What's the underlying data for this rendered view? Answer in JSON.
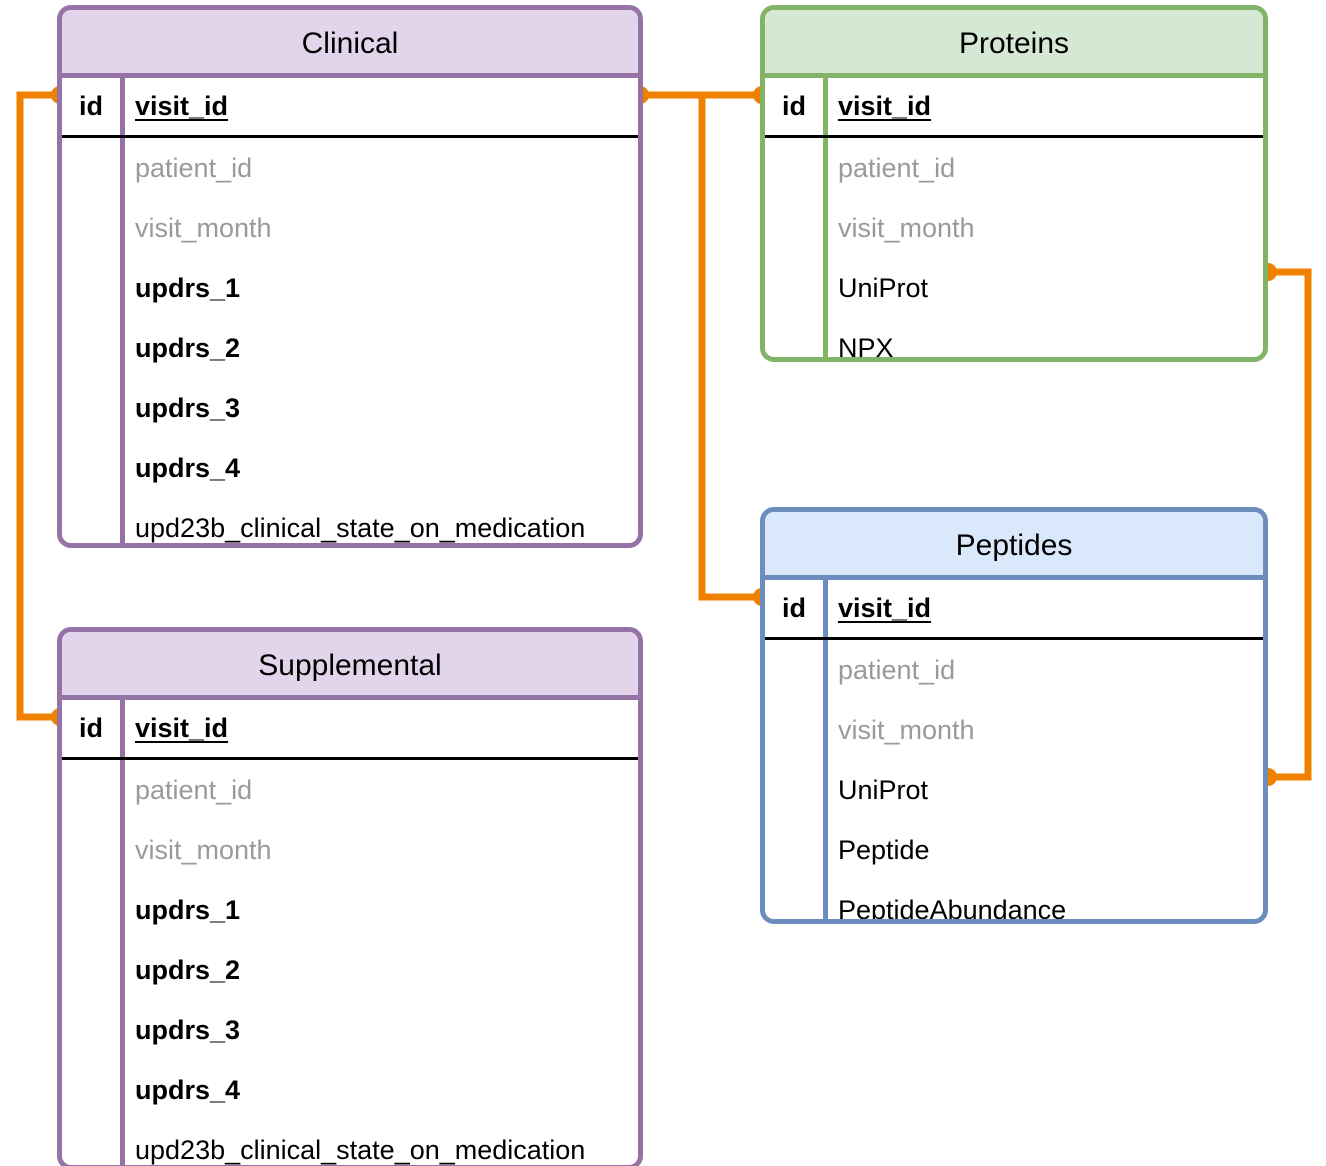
{
  "diagram": {
    "title": "Entity Relationship Diagram",
    "accent_connector_color": "#F08000",
    "background": "#FFFFFF"
  },
  "entities": [
    {
      "key": "clinical",
      "name": "Clinical",
      "theme": "purple",
      "border_color": "#9673A6",
      "header_fill": "#E2D5EB",
      "id_column_label": "id",
      "fields": [
        {
          "label": "visit_id",
          "style": "pk"
        },
        {
          "label": "patient_id",
          "style": "muted"
        },
        {
          "label": "visit_month",
          "style": "muted"
        },
        {
          "label": "updrs_1",
          "style": "strong"
        },
        {
          "label": "updrs_2",
          "style": "strong"
        },
        {
          "label": "updrs_3",
          "style": "strong"
        },
        {
          "label": "updrs_4",
          "style": "strong"
        },
        {
          "label": "upd23b_clinical_state_on_medication",
          "style": "normal"
        }
      ]
    },
    {
      "key": "supplemental",
      "name": "Supplemental",
      "theme": "purple",
      "border_color": "#9673A6",
      "header_fill": "#E2D5EB",
      "id_column_label": "id",
      "fields": [
        {
          "label": "visit_id",
          "style": "pk"
        },
        {
          "label": "patient_id",
          "style": "muted"
        },
        {
          "label": "visit_month",
          "style": "muted"
        },
        {
          "label": "updrs_1",
          "style": "strong"
        },
        {
          "label": "updrs_2",
          "style": "strong"
        },
        {
          "label": "updrs_3",
          "style": "strong"
        },
        {
          "label": "updrs_4",
          "style": "strong"
        },
        {
          "label": "upd23b_clinical_state_on_medication",
          "style": "normal"
        }
      ]
    },
    {
      "key": "proteins",
      "name": "Proteins",
      "theme": "green",
      "border_color": "#82B366",
      "header_fill": "#D5E8D4",
      "id_column_label": "id",
      "fields": [
        {
          "label": "visit_id",
          "style": "pk"
        },
        {
          "label": "patient_id",
          "style": "muted"
        },
        {
          "label": "visit_month",
          "style": "muted"
        },
        {
          "label": "UniProt",
          "style": "normal"
        },
        {
          "label": "NPX",
          "style": "normal"
        }
      ]
    },
    {
      "key": "peptides",
      "name": "Peptides",
      "theme": "blue",
      "border_color": "#6C8EBF",
      "header_fill": "#DAE8FC",
      "id_column_label": "id",
      "fields": [
        {
          "label": "visit_id",
          "style": "pk"
        },
        {
          "label": "patient_id",
          "style": "muted"
        },
        {
          "label": "visit_month",
          "style": "muted"
        },
        {
          "label": "UniProt",
          "style": "normal"
        },
        {
          "label": "Peptide",
          "style": "normal"
        },
        {
          "label": "PeptideAbundance",
          "style": "normal"
        }
      ]
    }
  ],
  "relationships": [
    {
      "name": "clinical-to-supplemental",
      "from": "Clinical.visit_id",
      "to": "Supplemental.visit_id"
    },
    {
      "name": "clinical-to-proteins",
      "from": "Clinical.visit_id",
      "to": "Proteins.visit_id"
    },
    {
      "name": "clinical-to-peptides",
      "from": "Clinical.visit_id",
      "to": "Peptides.visit_id"
    },
    {
      "name": "proteins-to-peptides",
      "from": "Proteins.UniProt",
      "to": "Peptides.UniProt"
    }
  ]
}
